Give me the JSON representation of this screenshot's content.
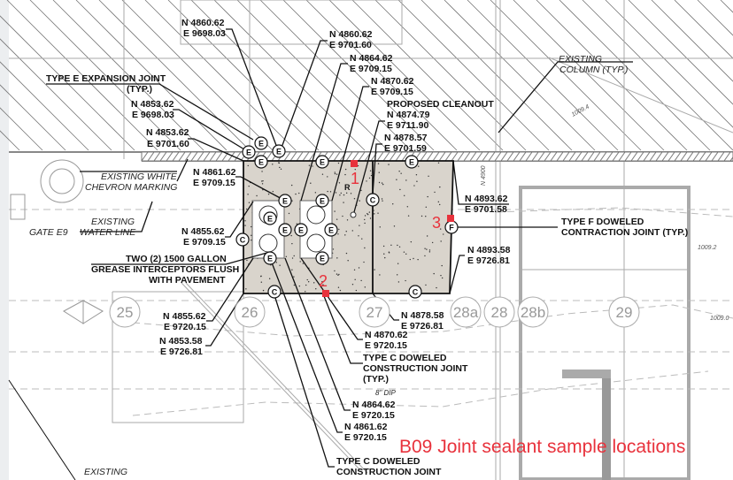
{
  "caption": "B09 Joint sealant sample locations",
  "colors": {
    "marker": "#e8323c",
    "slab": "#d9d4cc",
    "ink": "#111111"
  },
  "sample_markers": [
    "1",
    "2",
    "3"
  ],
  "notes": {
    "type_e": [
      "TYPE E EXPANSION JOINT",
      "(TYP.)"
    ],
    "chevron": [
      "EXISTING WHITE",
      "CHEVRON MARKING"
    ],
    "water": [
      "EXISTING",
      "WATER LINE"
    ],
    "gate": "GATE E9",
    "interceptors": [
      "TWO (2) 1500 GALLON",
      "GREASE INTERCEPTORS FLUSH",
      "WITH PAVEMENT"
    ],
    "column": [
      "EXISTING",
      "COLUMN (TYP.)"
    ],
    "cleanout": "PROPOSED CLEANOUT",
    "type_f": [
      "TYPE F DOWELED",
      "CONTRACTION JOINT (TYP.)"
    ],
    "type_c1": [
      "TYPE C DOWELED",
      "CONSTRUCTION JOINT",
      "(TYP.)"
    ],
    "type_c2": [
      "TYPE C DOWELED",
      "CONSTRUCTION JOINT"
    ],
    "dip": "8\" DIP",
    "sewer": "EXISTING",
    "r_label": "R",
    "northing_line": "N 4900",
    "contours": [
      "1009.4",
      "1009.2",
      "1009.0"
    ]
  },
  "coords": [
    [
      "N 4860.62",
      "E 9698.03"
    ],
    [
      "N 4860.62",
      "E 9701.60"
    ],
    [
      "N 4864.62",
      "E 9709.15"
    ],
    [
      "N 4870.62",
      "E 9709.15"
    ],
    [
      "N 4874.79",
      "E 9711.90"
    ],
    [
      "N 4878.57",
      "E 9701.59"
    ],
    [
      "N 4853.62",
      "E 9698.03"
    ],
    [
      "N 4853.62",
      "E 9701.60"
    ],
    [
      "N 4861.62",
      "E 9709.15"
    ],
    [
      "N 4855.62",
      "E 9709.15"
    ],
    [
      "N 4855.62",
      "E 9720.15"
    ],
    [
      "N 4853.58",
      "E 9726.81"
    ],
    [
      "N 4893.62",
      "E 9701.58"
    ],
    [
      "N 4893.58",
      "E 9726.81"
    ],
    [
      "N 4878.58",
      "E 9726.81"
    ],
    [
      "N 4870.62",
      "E 9720.15"
    ],
    [
      "N 4864.62",
      "E 9720.15"
    ],
    [
      "N 4861.62",
      "E 9720.15"
    ]
  ],
  "grid_bubbles": [
    "25",
    "26",
    "27",
    "28a",
    "28",
    "28b",
    "29"
  ],
  "joint_tags": {
    "E": "E",
    "C": "C",
    "F": "F"
  }
}
